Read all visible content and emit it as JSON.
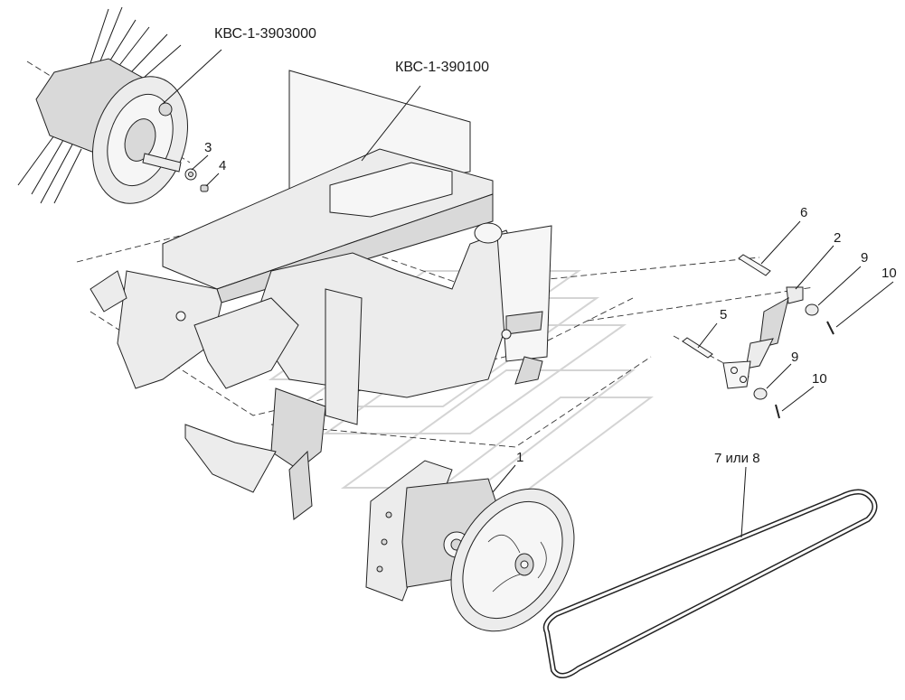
{
  "assembly_labels": {
    "main": "КВС-1-3903000",
    "frame": "КВС-1-390100"
  },
  "callouts": {
    "c1": "1",
    "c2": "2",
    "c3": "3",
    "c4": "4",
    "c5": "5",
    "c6": "6",
    "c7_8": "7 или 8",
    "c9a": "9",
    "c9b": "9",
    "c10a": "10",
    "c10b": "10"
  }
}
